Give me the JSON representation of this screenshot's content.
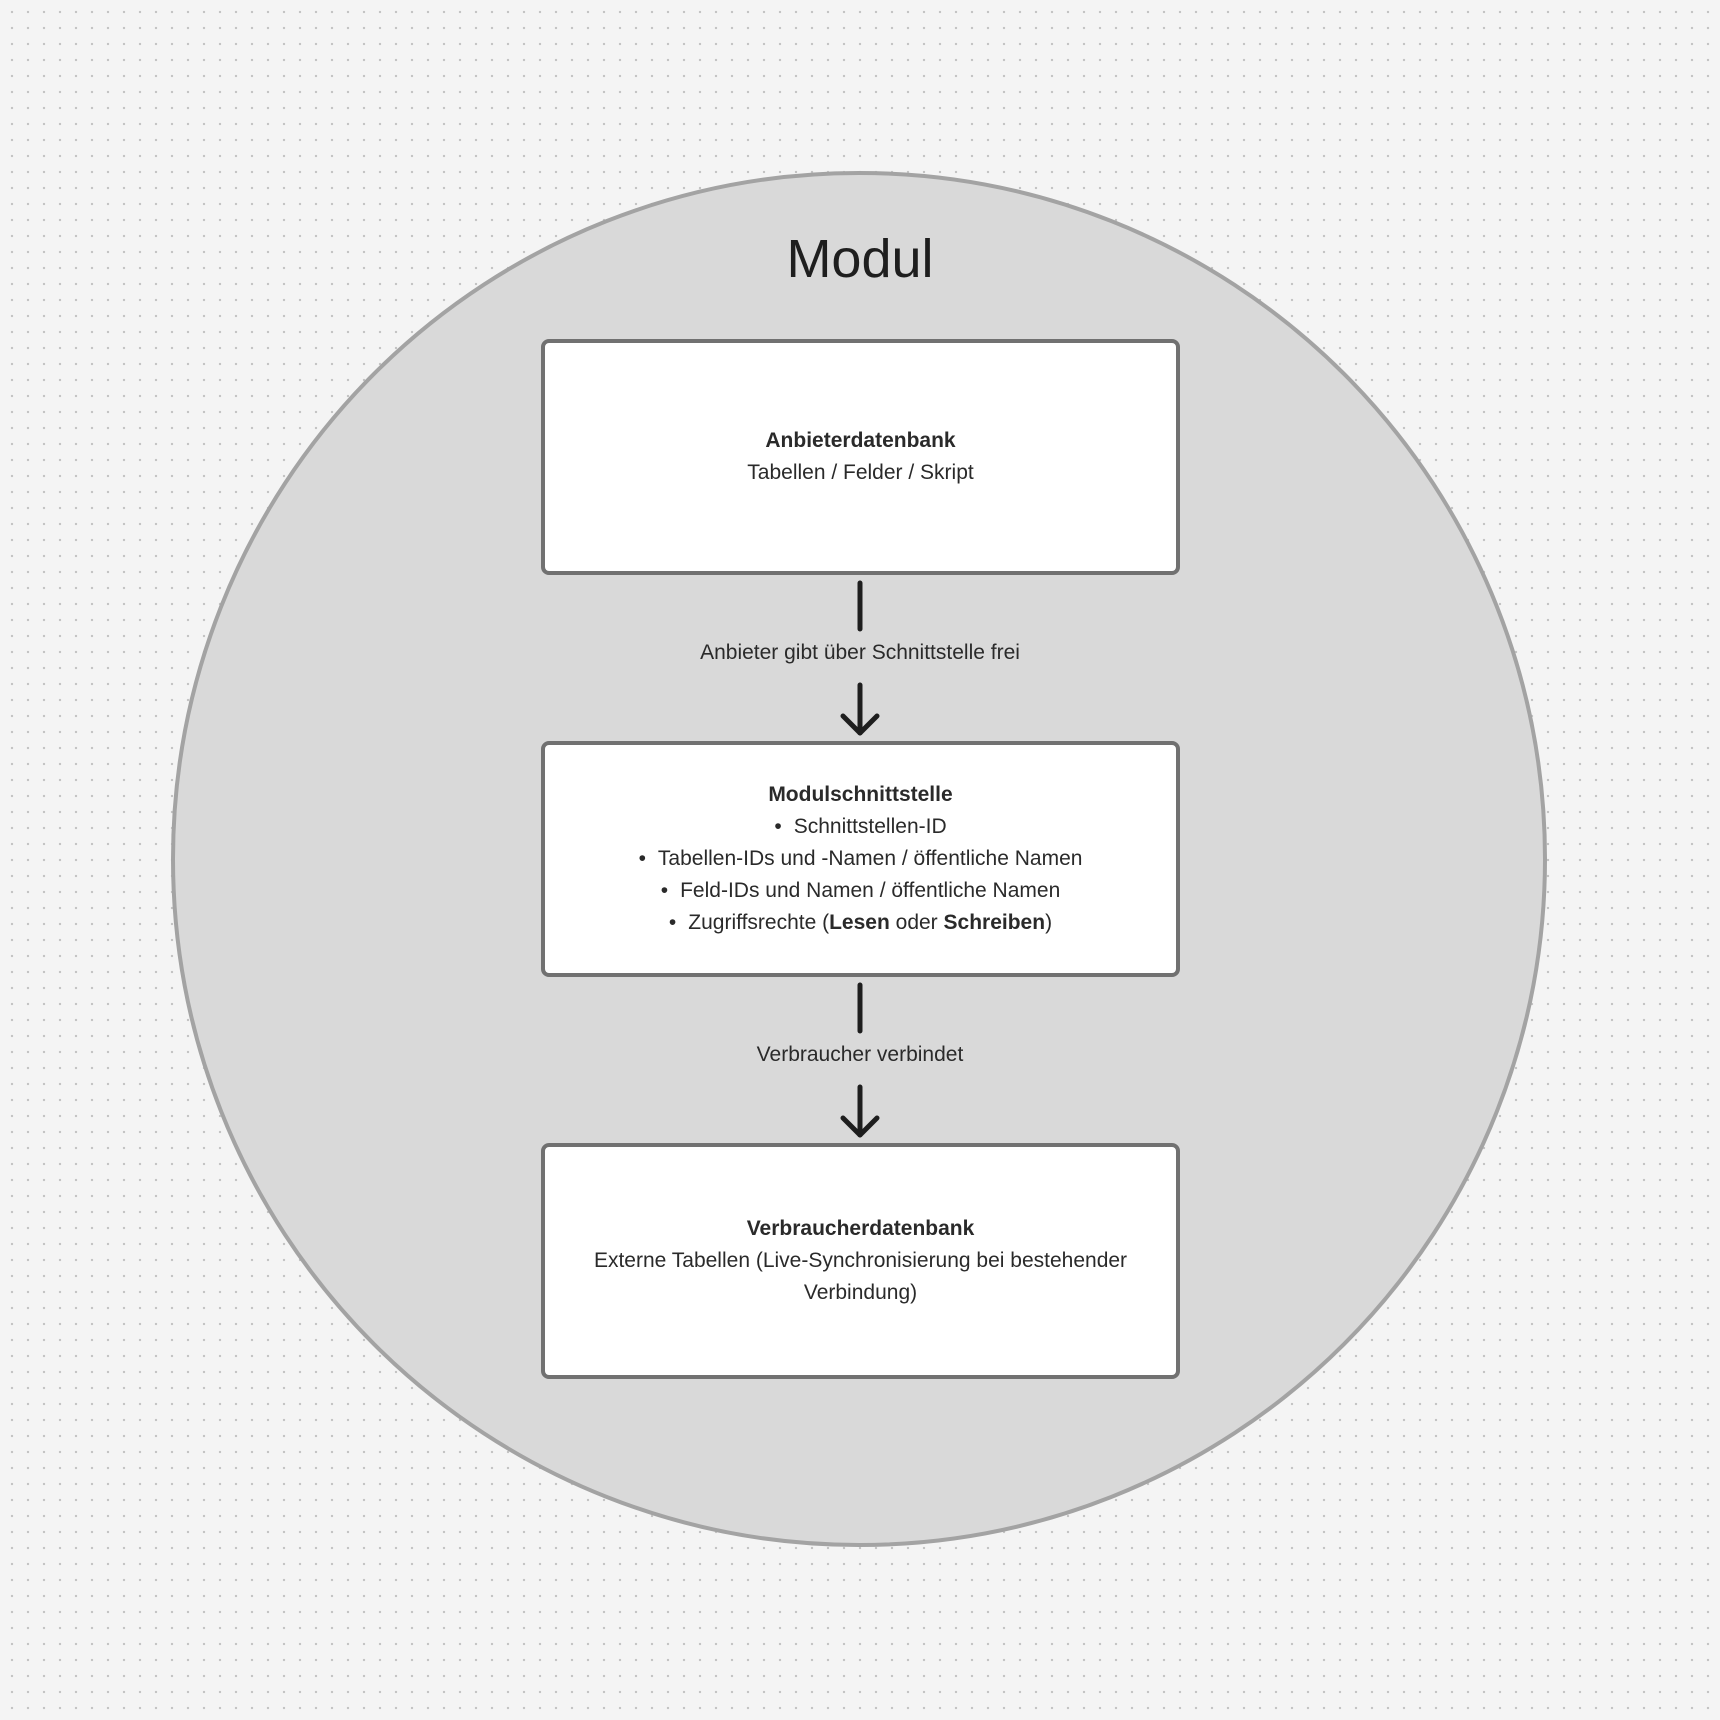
{
  "module": {
    "title": "Modul"
  },
  "provider_db": {
    "title": "Anbieterdatenbank",
    "subtitle": "Tabellen / Felder / Skript"
  },
  "connector_1": {
    "label": "Anbieter gibt über Schnittstelle frei"
  },
  "interface": {
    "title": "Modulschnittstelle",
    "bullets": [
      "Schnittstellen-ID",
      "Tabellen-IDs und -Namen / öffentliche Namen",
      "Feld-IDs und Namen / öffentliche Namen"
    ],
    "access": {
      "prefix": "Zugriffsrechte (",
      "read": "Lesen",
      "middle": " oder ",
      "write": "Schreiben",
      "suffix": ")"
    }
  },
  "connector_2": {
    "label": "Verbraucher verbindet"
  },
  "consumer_db": {
    "title": "Verbraucherdatenbank",
    "description": "Externe Tabellen (Live-Synchronisierung bei bestehender Verbindung)"
  },
  "colors": {
    "canvas_background": "#f4f4f4",
    "circle_fill": "#d9d9d9",
    "circle_stroke": "#a3a3a3",
    "box_fill": "#ffffff",
    "box_stroke": "#717171",
    "arrow": "#1e1e1e"
  },
  "icons": {
    "arrow": "arrow-down-icon"
  }
}
